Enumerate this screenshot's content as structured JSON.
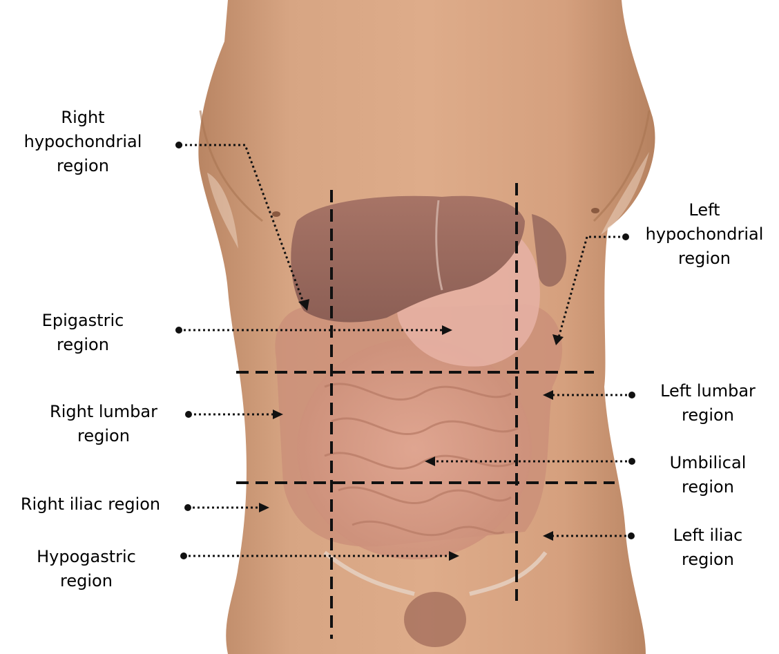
{
  "labels": {
    "right_hypochondrial": [
      "Right",
      "hypochondrial",
      "region"
    ],
    "left_hypochondrial": [
      "Left",
      "hypochondrial",
      "region"
    ],
    "epigastric": [
      "Epigastric",
      "region"
    ],
    "right_lumbar": [
      "Right lumbar",
      "region"
    ],
    "left_lumbar": [
      "Left lumbar",
      "region"
    ],
    "umbilical": [
      "Umbilical",
      "region"
    ],
    "right_iliac": [
      "Right iliac region"
    ],
    "left_iliac": [
      "Left iliac",
      "region"
    ],
    "hypogastric": [
      "Hypogastric",
      "region"
    ]
  },
  "colors": {
    "background": "#ffffff",
    "skin": "#d5a07e",
    "skin_shadow": "#b98563",
    "liver": "#9a6a5f",
    "stomach": "#e3aa9c",
    "intestine": "#d79a86",
    "leader": "#111111",
    "grid_line": "#111111"
  }
}
